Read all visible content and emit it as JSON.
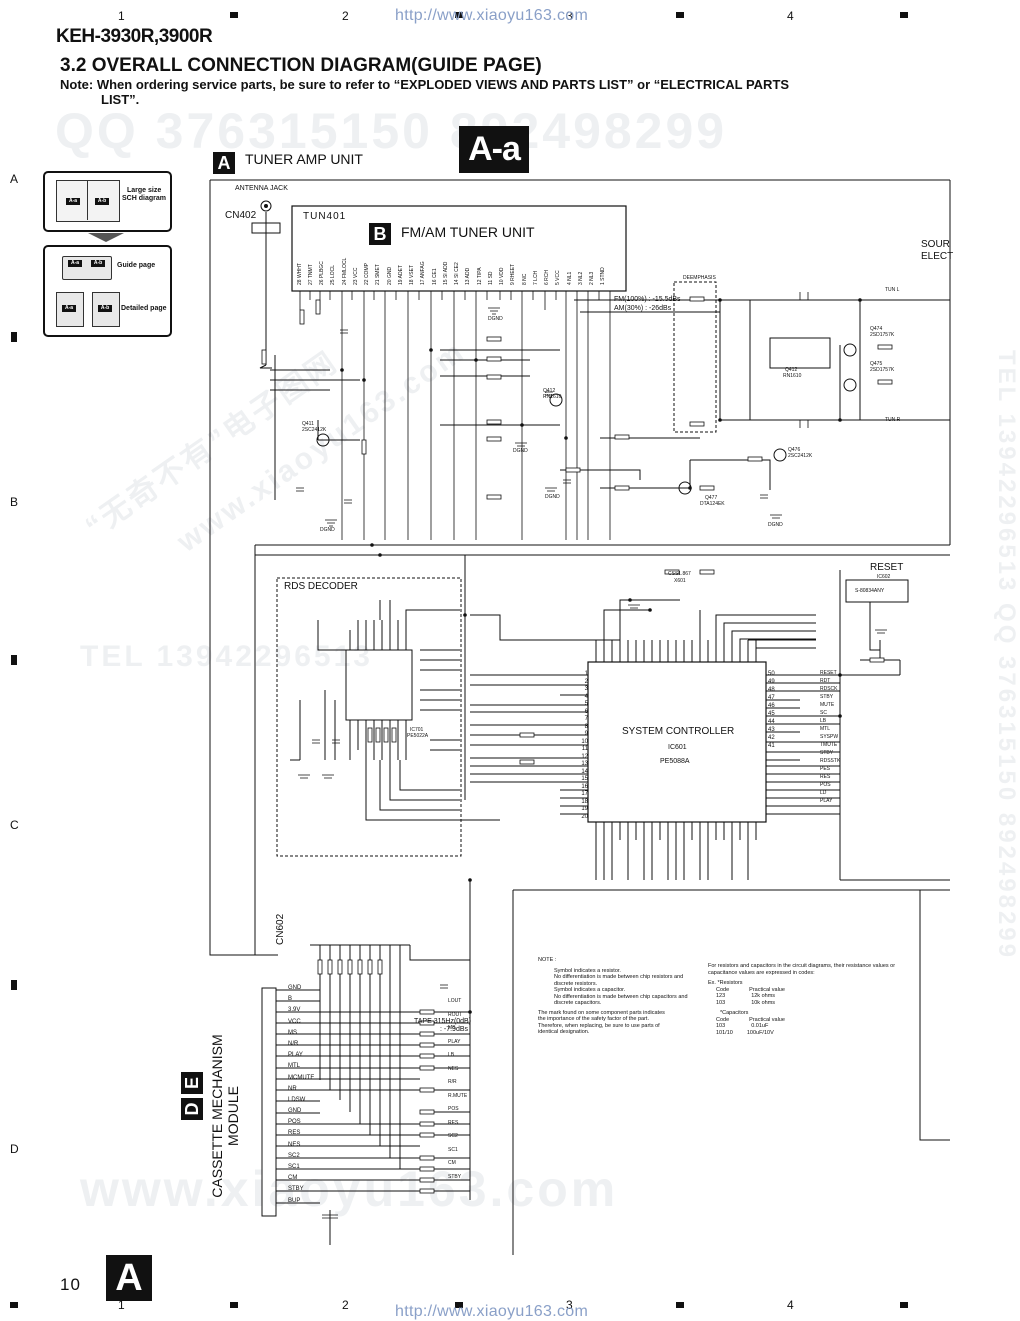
{
  "header": {
    "model": "KEH-3930R,3900R",
    "url_top": "http://www.xiaoyu163.com",
    "url_bottom": "http://www.xiaoyu163.com",
    "title": "3.2 OVERALL CONNECTION DIAGRAM(GUIDE PAGE)",
    "note": "Note: When ordering service parts, be sure to refer to “EXPLODED VIEWS AND PARTS LIST” or “ELECTRICAL PARTS",
    "note_cont": "LIST”."
  },
  "grid": {
    "cols": [
      "1",
      "2",
      "3",
      "4"
    ],
    "rows": [
      "A",
      "B",
      "C",
      "D"
    ]
  },
  "watermarks": {
    "qq": "QQ 376315150   892498299",
    "tel_right": "TEL 13942296513  QQ 376315150  892498299",
    "cn1": "“无奇不有”电子图网",
    "site": "www.xiaoyu163.com",
    "tel_mid": "TEL 13942296513",
    "bottom": "www.xiaoyu163.com"
  },
  "page_label": "A-a",
  "legend": {
    "large_size": "Large size",
    "sch_diagram": "SCH diagram",
    "tile_a": "A-a",
    "tile_b": "A-b",
    "guide_page": "Guide page",
    "detailed_page": "Detailed page"
  },
  "units": {
    "a_letter": "A",
    "a_title": "TUNER AMP UNIT",
    "b_letter": "B",
    "b_title": "FM/AM TUNER UNIT",
    "de_d": "D",
    "de_e": "E",
    "cassette_1": "CASSETTE MECHANISM",
    "cassette_2": "MODULE"
  },
  "labels": {
    "antenna_jack": "ANTENNA JACK",
    "cn402": "CN402",
    "tun401": "TUN401",
    "source": "SOUR",
    "elect": "ELECT",
    "deemphasis": "DEEMPHASIS",
    "fm_level": "FM(100%) : -15.5dBs",
    "am_level": "AM(30%) : -26dBs",
    "rds_decoder": "RDS DECODER",
    "ic701": "IC701",
    "ic701_part": "PE5022A",
    "system_controller": "SYSTEM CONTROLLER",
    "ic601": "IC601",
    "ic601_part": "PE5088A",
    "reset": "RESET",
    "ic602": "IC602",
    "ic602_part": "S-80834ANY",
    "cn602": "CN602",
    "tape_level": "TAPE 315Hz(0dB)",
    "tape_db": ": -7.9dBs",
    "q411": "Q411",
    "q411_part": "2SC2412K",
    "q412": "Q412",
    "q412_part": "RN1610",
    "q474": "Q474",
    "q474_part": "2SD1757K",
    "q475": "Q475",
    "q475_part": "2SD1757K",
    "q476": "Q476",
    "q476_part": "2SC2412K",
    "q477": "Q477",
    "q477_part": "DTA124EK",
    "dgnd": "DGND",
    "x601": "X601",
    "css": "CSS1.867",
    "tun_l": "TUN L",
    "tun_r": "TUN R"
  },
  "tuner_pins": [
    "28 WHHT",
    "27 TNMT",
    "26 PLBGC",
    "25 LOCL",
    "24 FMLOCL",
    "23 VCC",
    "22 COMP",
    "21 SMET",
    "20 GND",
    "19 ADET",
    "18 VSET",
    "17 ANFAG",
    "16 CE1",
    "15 SI ADD",
    "14 SI CE2",
    "13 ADD",
    "12 TIPA",
    "11 SD",
    "10 VDD",
    "9 RHEET",
    "8 NC",
    "7 LCH",
    "6 RCH",
    "5 VCC",
    "4 NL1",
    "3 NL2",
    "2 NL3",
    "1 STND"
  ],
  "cn602_pins": [
    "GND",
    "B",
    "3.9V",
    "VCC",
    "MS",
    "N/R",
    "PLAY",
    "MTL",
    "MCMUTE",
    "NR",
    "LDSW",
    "GND",
    "POS",
    "RES",
    "NES",
    "SC2",
    "SC1",
    "CM",
    "STBY",
    "BUP"
  ],
  "cn602_right": [
    "LOUT",
    "ROUT",
    "MS",
    "PLAY",
    "LB",
    "NES",
    "R/R",
    "R.MUTE",
    "POS",
    "RES",
    "SC2",
    "SC1",
    "CM",
    "STBY"
  ],
  "syscon_right": [
    "RESET",
    "RDT",
    "RDSCK",
    "STBY",
    "MUTE",
    "SC",
    "LB",
    "MTL",
    "SYSPW",
    "TMUTE",
    "STBY",
    "RDSSTK",
    "PES",
    "RES",
    "POS",
    "LD",
    "PLAY"
  ],
  "syscon_right_nums": [
    "50",
    "49",
    "48",
    "47",
    "46",
    "45",
    "44",
    "43",
    "42",
    "41"
  ],
  "syscon_left_nums": [
    "1",
    "2",
    "3",
    "4",
    "5",
    "6",
    "7",
    "8",
    "9",
    "10",
    "11",
    "12",
    "13",
    "14",
    "15",
    "16",
    "17",
    "18",
    "19",
    "20"
  ],
  "notes": {
    "heading": "NOTE :",
    "n1a": "Symbol indicates a resistor.",
    "n1b": "No differentiation is made  between chip resistors and",
    "n1c": "discrete resistors.",
    "n2a": "Symbol indicates a capacitor.",
    "n2b": "No differentiation is made  between chip capacitors and",
    "n2c": "discrete capacitors.",
    "n3a": "The      mark found on some component parts indicates",
    "n3b": "the importance of the safety factor of the part.",
    "n3c": "Therefore, when replacing, be sure to use parts of",
    "n3d": "identical designation.",
    "r1": "For resistors and capacitors in the circuit diagrams, their resistance values or",
    "r2": "capacitance values are expressed in codes:",
    "ex": "Ex.   *Resistors",
    "code_h": "Code",
    "pv_h": "Practical value",
    "c1": "123",
    "v1": "12k ohms",
    "c2": "103",
    "v2": "10k ohms",
    "caps": "*Capacitors",
    "code_h2": "Code",
    "pv_h2": "Practical value",
    "c3": "103",
    "v3": "0.01uF",
    "c4": "101/10",
    "v4": "100uF/10V"
  },
  "footer": {
    "page": "10",
    "big_letter": "A"
  }
}
